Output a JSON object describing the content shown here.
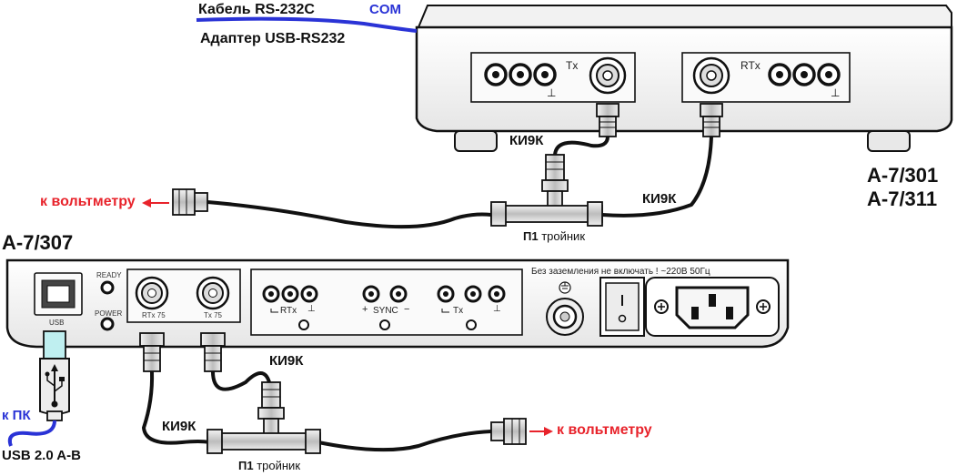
{
  "top_device": {
    "model_line1": "А-7/301",
    "model_line2": "А-7/311",
    "cable_label": "Кабель RS-232C",
    "com_label": "COM",
    "adapter_label": "Адаптер USB-RS232",
    "port_tx": "Tx",
    "port_rtx": "RTx",
    "cable_ki9k_left": "КИ9К",
    "cable_ki9k_right": "КИ9К",
    "tee_label_bold": "П1",
    "tee_label_rest": "тройник",
    "to_voltmeter": "к вольтметру"
  },
  "bottom_device": {
    "model": "А-7/307",
    "usb_port": "USB",
    "ready": "READY",
    "power": "POWER",
    "rtx75": "RTx 75",
    "tx75": "Tx 75",
    "rtx_group": "RTx",
    "sync_group": "SYNC",
    "tx_group": "Tx",
    "plus": "+",
    "minus": "−",
    "ground": "⊥",
    "warning": "Без заземления не включать ! ~220В 50Гц",
    "cable_ki9k_top": "КИ9К",
    "cable_ki9k_left": "КИ9К",
    "tee_label_bold": "П1",
    "tee_label_rest": "тройник",
    "to_voltmeter": "к вольтметру",
    "to_pc": "к ПК",
    "usb_cable": "USB 2.0 A-B"
  },
  "colors": {
    "arrow_red": "#e8232b",
    "cable_blue": "#2a33d6",
    "usb_plug_cyan": "#bfeff0"
  }
}
